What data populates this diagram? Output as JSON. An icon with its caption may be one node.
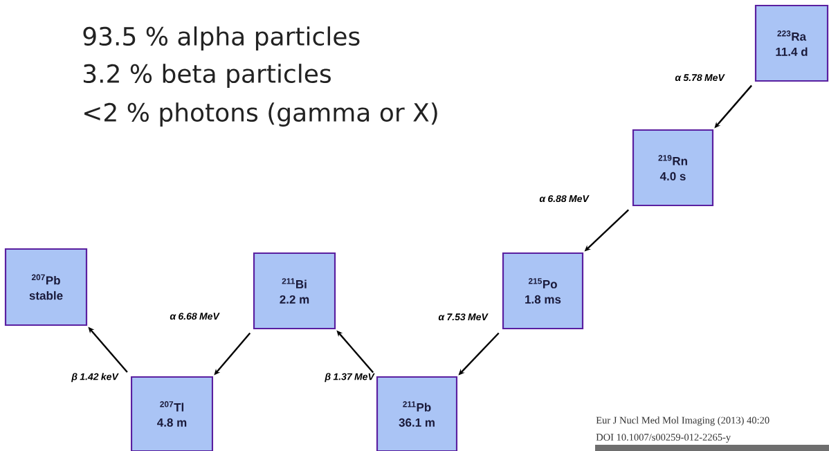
{
  "diagram": {
    "nodes": [
      {
        "text": [
          "$^{223}$Ra",
          "11.4 d"
        ]
      },
      {
        "text": [
          "$^{219}$Rn",
          "4.0 s"
        ]
      },
      {
        "text": [
          "$^{215}$Po",
          "1.8 ms"
        ]
      },
      {
        "text": [
          "$^{211}$Pb",
          "36.1 m"
        ]
      },
      {
        "text": [
          "$^{211}$Bi",
          "2.2 m"
        ]
      },
      {
        "text": [
          "$^{207}$Tl",
          "4.8 m"
        ]
      },
      {
        "text": [
          "$^{207}$Pb",
          "stable"
        ]
      }
    ],
    "edges": [
      {
        "from": 0,
        "to": 1,
        "arrow": "to",
        "label": "α 5.78 MeV"
      },
      {
        "from": 1,
        "to": 2,
        "arrow": "to",
        "label": "α 6.88 MeV"
      },
      {
        "from": 2,
        "to": 3,
        "arrow": "to",
        "label": "α 7.53 MeV"
      },
      {
        "from": 3,
        "to": 4,
        "arrow": "to",
        "label": "β 1.37 MeV"
      },
      {
        "from": 4,
        "to": 5,
        "arrow": "to",
        "label": "α 6.68 MeV"
      },
      {
        "from": 5,
        "to": 6,
        "arrow": "to",
        "label": "β 1.42 keV"
      }
    ],
    "labels": [
      "93.5 % alpha particles",
      "3.2 % beta particles",
      "<2 % photons (gamma or X)",
      "Eur J Nucl Med Mol Imaging (2013) 40:20",
      "DOI 10.1007/s00259-012-2265-y"
    ]
  }
}
